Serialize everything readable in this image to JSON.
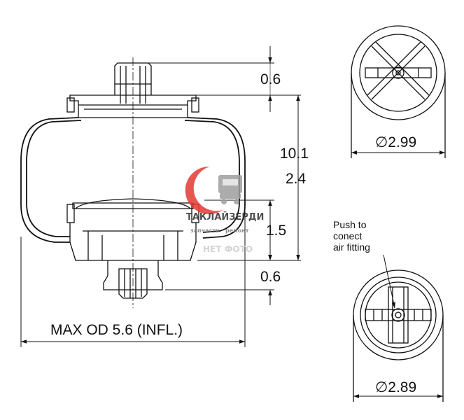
{
  "dimensions": {
    "top_height": "0.6",
    "overall_height_max": "10.1",
    "overall_height_min": "2.4",
    "bottom_section": "1.5",
    "bottom_height": "0.6",
    "max_od": "MAX OD 5.6 (INFL.)",
    "top_view_diameter": "∅2.99",
    "bottom_view_diameter": "∅2.89"
  },
  "notes": {
    "push_line1": "Push to",
    "push_line2": "conect",
    "push_line3": "air fitting"
  },
  "watermark": {
    "brand": "ТАКЛАЙЗЕРДИ",
    "tagline": "запчасти · ремонт",
    "no_photo": "НЕТ ФОТО",
    "accent_color": "#e53935"
  }
}
